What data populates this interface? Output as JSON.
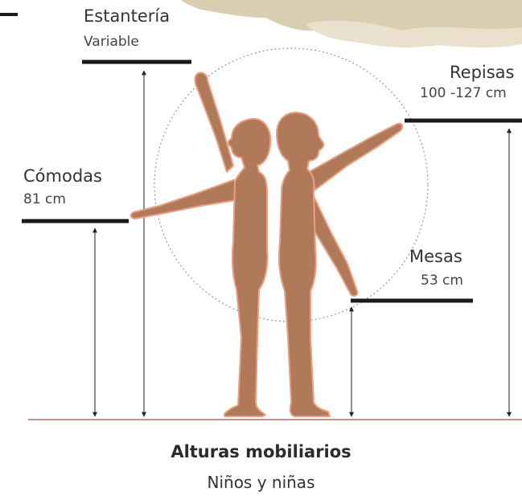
{
  "colors": {
    "figure_fill": "#b07a5a",
    "figure_outline": "#e8a184",
    "shelf": "#1a1a1a",
    "arrow": "#222222",
    "floor": "#c98f8c",
    "circle": "#888888",
    "cloud": "#d9cdb2"
  },
  "labels": {
    "estanteria": {
      "title": "Estantería",
      "value": "Variable"
    },
    "repisas": {
      "title": "Repisas",
      "value": "100 -127 cm"
    },
    "comodas": {
      "title": "Cómodas",
      "value": "81 cm"
    },
    "mesas": {
      "title": "Mesas",
      "value": "53 cm"
    }
  },
  "caption": {
    "title": "Alturas mobiliarios",
    "subtitle": "Niños y niñas"
  }
}
